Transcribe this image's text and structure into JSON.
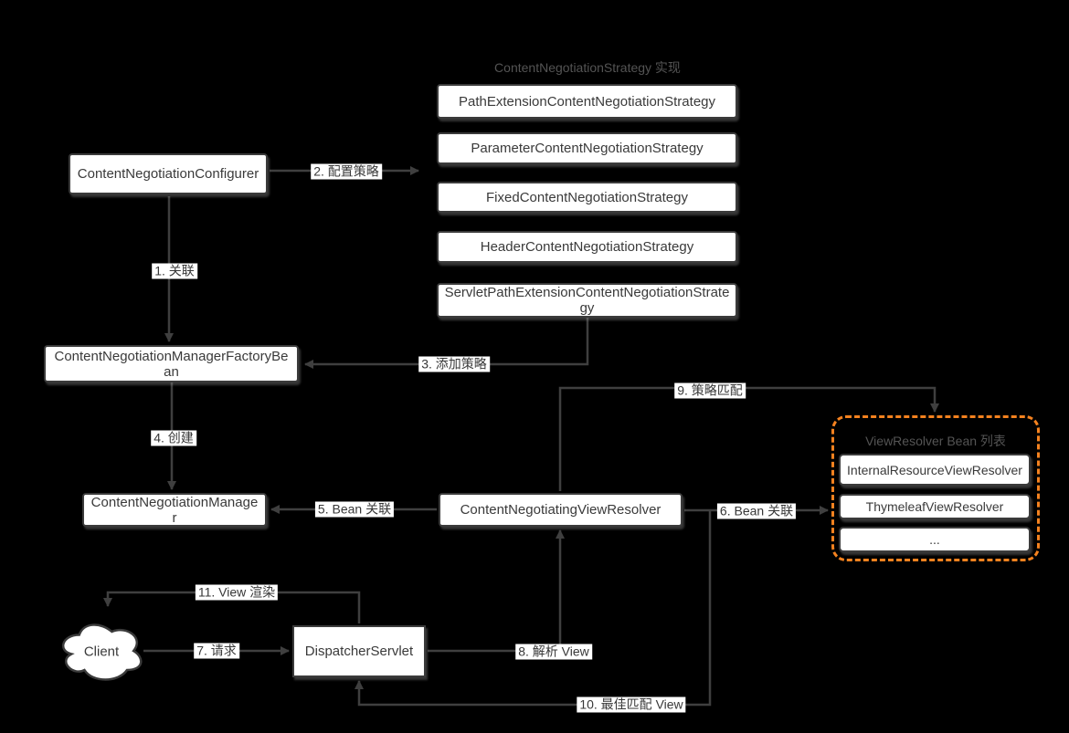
{
  "titles": {
    "strategy_list": "ContentNegotiationStrategy 实现",
    "resolver_list": "ViewResolver Bean 列表"
  },
  "nodes": {
    "configurer": "ContentNegotiationConfigurer",
    "factory_bean": "ContentNegotiationManagerFactoryBean",
    "manager": "ContentNegotiationManager",
    "negotiating_view_resolver": "ContentNegotiatingViewResolver",
    "dispatcher_servlet": "DispatcherServlet",
    "client": "Client"
  },
  "strategies": [
    "PathExtensionContentNegotiationStrategy",
    "ParameterContentNegotiationStrategy",
    "FixedContentNegotiationStrategy",
    "HeaderContentNegotiationStrategy",
    "ServletPathExtensionContentNegotiationStrategy"
  ],
  "resolvers": [
    "InternalResourceViewResolver",
    "ThymeleafViewResolver",
    "..."
  ],
  "edges": {
    "e1": "1. 关联",
    "e2": "2. 配置策略",
    "e3": "3. 添加策略",
    "e4": "4. 创建",
    "e5": "5. Bean 关联",
    "e6": "6. Bean 关联",
    "e7": "7. 请求",
    "e8": "8. 解析 View",
    "e9": "9. 策略匹配",
    "e10": "10. 最佳匹配 View",
    "e11": "11. View 渲染"
  },
  "colors": {
    "background": "#000000",
    "node_fill": "#ffffff",
    "node_border": "#3b3b3b",
    "edge_line": "#3f3f3f",
    "accent_orange": "#f5821f",
    "muted_title": "#545454"
  }
}
